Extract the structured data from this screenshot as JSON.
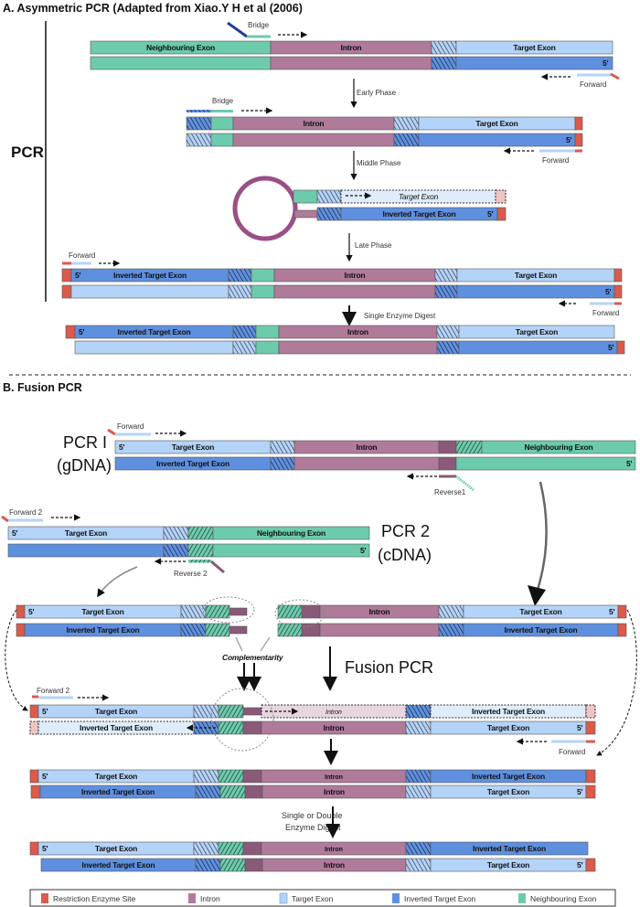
{
  "section_a": {
    "title": "A. Asymmetric PCR (Adapted from Xiao.Y H et al (2006)",
    "side_label": "PCR",
    "steps": {
      "early_phase": "Early Phase",
      "middle_phase": "Middle Phase",
      "late_phase": "Late Phase",
      "single_enzyme_digest": "Single Enzyme Digest"
    }
  },
  "section_b": {
    "title": "B. Fusion PCR",
    "pcr1": "PCR I",
    "pcr1_source": "(gDNA)",
    "pcr2": "PCR 2",
    "pcr2_source": "(cDNA)",
    "complementarity": "Complementarity",
    "fusion_pcr": "Fusion PCR",
    "digest_line1": "Single or Double",
    "digest_line2": "Enzyme Digest"
  },
  "labels": {
    "target_exon": "Target Exon",
    "inverted_target_exon": "Inverted Target Exon",
    "neighbouring_exon": "Neighbouring Exon",
    "intron": "Intron",
    "five_prime": "5'"
  },
  "primers": {
    "bridge": "Bridge",
    "forward": "Forward",
    "forward_2": "Forward 2",
    "reverse_1": "Reverse1",
    "reverse_2": "Reverse 2"
  },
  "legend": [
    {
      "label": "Restriction Enzyme Site",
      "color": "#db5a4c"
    },
    {
      "label": "Intron",
      "color": "#b07a9b"
    },
    {
      "label": "Target Exon",
      "color": "#b4d3f8"
    },
    {
      "label": "Inverted Target Exon",
      "color": "#5f90df"
    },
    {
      "label": "Neighbouring Exon",
      "color": "#6dcbad"
    }
  ],
  "colors": {
    "restriction_site": "#db5a4c",
    "intron": "#b07a9b",
    "intron_dark": "#8a5a78",
    "target_exon": "#b4d3f8",
    "inverted_target_exon": "#5f90df",
    "neighbouring_exon": "#6dcbad"
  }
}
